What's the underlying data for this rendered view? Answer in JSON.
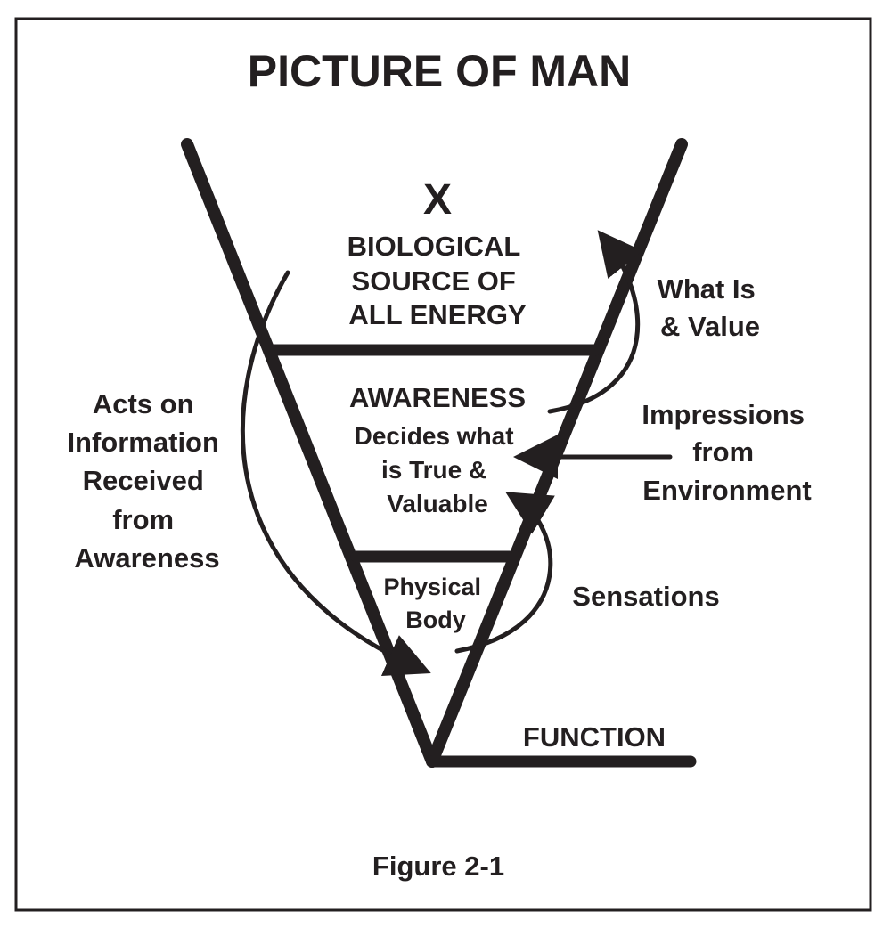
{
  "title": "PICTURE OF MAN",
  "caption": "Figure 2-1",
  "colors": {
    "ink": "#231f20",
    "background": "#ffffff"
  },
  "regions": {
    "source": {
      "symbol": "X",
      "lines": [
        "BIOLOGICAL",
        "SOURCE OF",
        "ALL ENERGY"
      ]
    },
    "awareness": {
      "heading": "AWARENESS",
      "lines": [
        "Decides what",
        "is True &",
        "Valuable"
      ]
    },
    "body": {
      "lines": [
        "Physical",
        "Body"
      ]
    },
    "function": {
      "label": "FUNCTION"
    }
  },
  "annotations": {
    "acts": {
      "lines": [
        "Acts on",
        "Information",
        "Received",
        "from",
        "Awareness"
      ]
    },
    "what_is": {
      "lines": [
        "What Is",
        "& Value"
      ]
    },
    "impressions": {
      "lines": [
        "Impressions",
        "from",
        "Environment"
      ]
    },
    "sensations": {
      "lines": [
        "Sensations"
      ]
    }
  }
}
